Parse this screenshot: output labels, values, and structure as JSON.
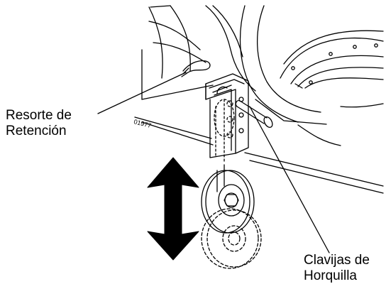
{
  "labels": {
    "retention_spring_line1": "Resorte de",
    "retention_spring_line2": "Retención",
    "hairpin_cotters_line1": "Clavijas de",
    "hairpin_cotters_line2": "Horquilla"
  },
  "figure_number": "01977",
  "colors": {
    "ink": "#000000",
    "paper": "#ffffff"
  }
}
